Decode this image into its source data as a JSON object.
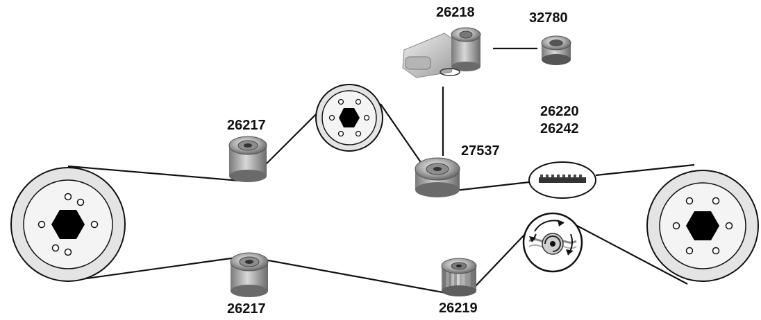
{
  "labels": {
    "tensioner_assembly": "26218",
    "tensioner_bearing": "32780",
    "idler_upper": "26217",
    "idler_lower": "26217",
    "tensioner_pulley": "27537",
    "belt_code_1": "26220",
    "belt_code_2": "26242",
    "crank_sprocket": "26219"
  },
  "colors": {
    "belt": "#111111",
    "pulley_face": "#e2e2e2",
    "hub": "#000000",
    "metal_light": "#c8c8c8",
    "metal_dark": "#6e6e6e"
  }
}
